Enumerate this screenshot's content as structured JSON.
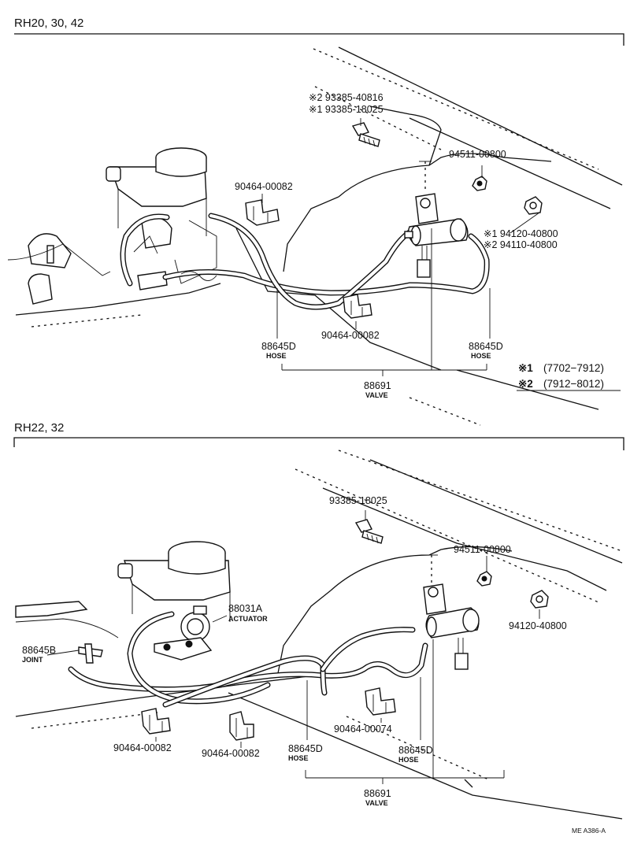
{
  "top_section": {
    "header": "RH20, 30, 42",
    "labels": {
      "bolt_2": "※2  93385-40816",
      "bolt_1": "※1  93385-18025",
      "nut": "94511-00800",
      "nut_cap_1": "※1 94120-40800",
      "nut_cap_2": "※2 94110-40800",
      "clamp_upper": "90464-00082",
      "clamp_lower": "90464-00082",
      "hose_left_num": "88645D",
      "hose_left_sub": "HOSE",
      "hose_right_num": "88645D",
      "hose_right_sub": "HOSE",
      "valve_num": "88691",
      "valve_sub": "VALVE"
    },
    "legend": {
      "row1_mark": "※1",
      "row1_range": "(7702−7912)",
      "row2_mark": "※2",
      "row2_range": "(7912−8012)"
    }
  },
  "bottom_section": {
    "header": "RH22, 32",
    "labels": {
      "bolt": "93385-18025",
      "nut": "94511-00800",
      "nut_cap": "94120-40800",
      "actuator_num": "88031A",
      "actuator_sub": "ACTUATOR",
      "joint_num": "88645B",
      "joint_sub": "JOINT",
      "clamp_mid": "90464-00074",
      "clamp_left": "90464-00082",
      "clamp_center": "90464-00082",
      "hose_left_num": "88645D",
      "hose_left_sub": "HOSE",
      "hose_right_num": "88645D",
      "hose_right_sub": "HOSE",
      "valve_num": "88691",
      "valve_sub": "VALVE"
    }
  },
  "footer": {
    "code": "ME  A386-A"
  }
}
